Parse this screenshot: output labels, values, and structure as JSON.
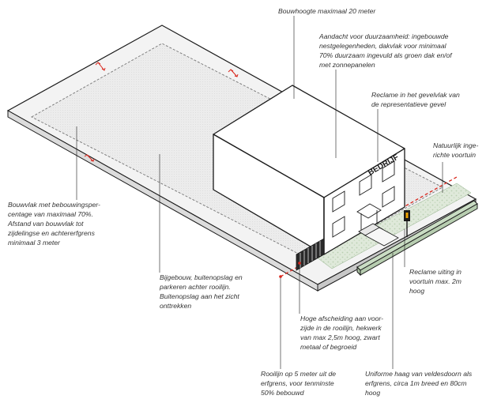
{
  "annotations": {
    "bouwhoogte": "Bouwhoogte maximaal 20 meter",
    "duurzaamheid": "Aandacht voor duurzaamheid: ingebouwde\nnestgelegenheden, dakvlak voor minimaal\n70% duurzaam ingevuld als groen dak en/of\nmet zonnepanelen",
    "reclame_gevel": "Reclame in het gevelvlak van\nde representatieve gevel",
    "voortuin": "Natuurlijk inge-\nrichte voortuin",
    "bouwvlak": "Bouwvlak met bebouwingsper-\ncentage van maximaal 70%.\nAfstand van bouwvlak tot\nzijdelingse en achtererfgrens\nminimaal 3 meter",
    "bijgebouw": "Bijgebouw, buitenopslag en\nparkeren achter rooilijn.\nBuitenopslag aan het zicht\nonttrekken",
    "reclame_voortuin": "Reclame uiting in\nvoortuin max. 2m\nhoog",
    "afscheiding": "Hoge afscheiding aan voor-\nzijde in de rooilijn, hekwerk\nvan max 2,5m hoog, zwart\nmetaal of begroeid",
    "rooilijn": "Rooilijn op 5 meter uit de\nerfgrens, voor tenminste\n50% bebouwd",
    "haag": "Uniforme haag van veldesdoorn als\nerfgrens, circa 1m breed en 80cm\nhoog"
  },
  "building_sign": "BEDRIJF",
  "colors": {
    "accent": "#d9261c",
    "line": "#1a1a1a",
    "plot_fill": "#efefef",
    "hedge": "#c9dcc3"
  }
}
